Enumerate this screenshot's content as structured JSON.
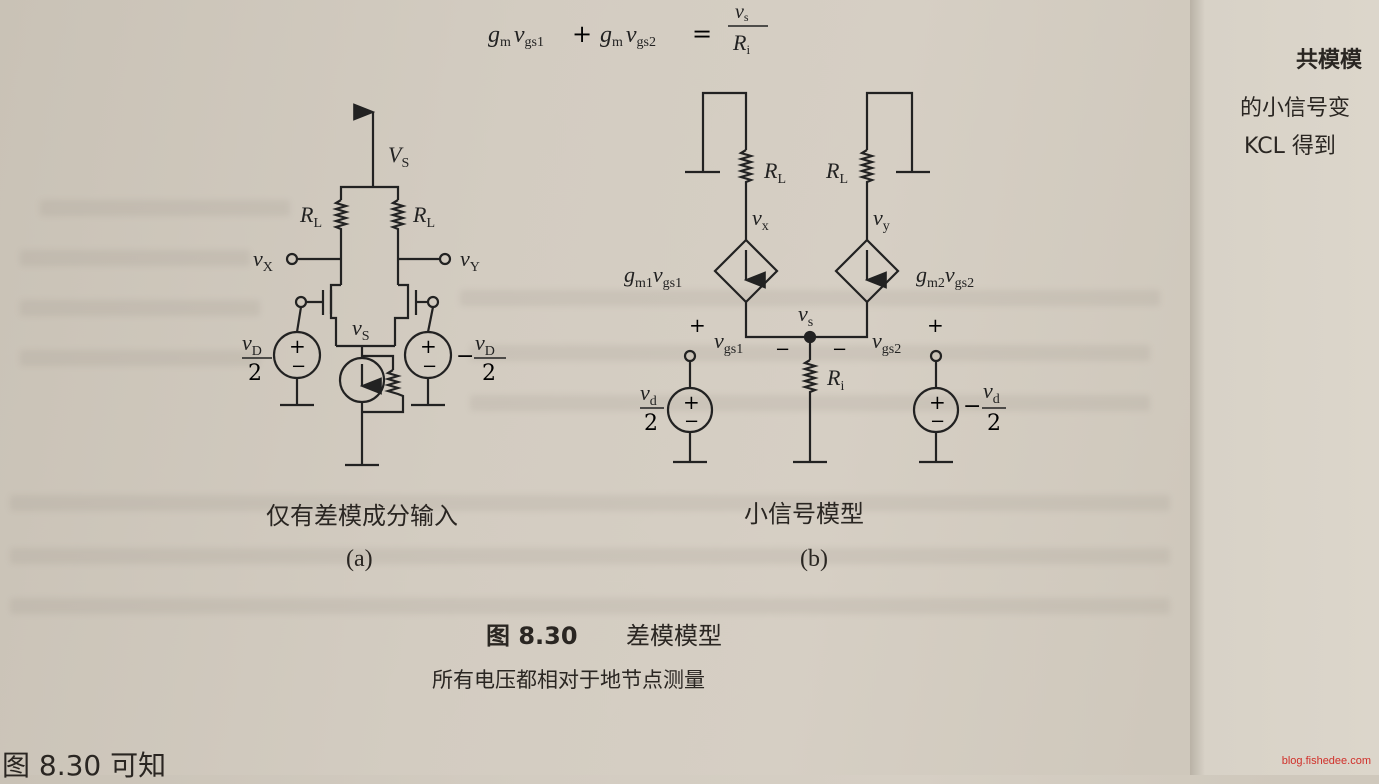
{
  "equation": {
    "lhs1": "g",
    "lhs1_sub": "m",
    "lhs1_v": "v",
    "lhs1_vsub": "gs1",
    "plus": "+",
    "lhs2": "g",
    "lhs2_sub": "m",
    "lhs2_v": "v",
    "lhs2_vsub": "gs2",
    "eq": "=",
    "num": "v",
    "num_sub": "s",
    "den": "R",
    "den_sub": "i"
  },
  "circuit_a": {
    "supply": "V",
    "supply_sub": "S",
    "rl_left": "R",
    "rl_left_sub": "L",
    "rl_right": "R",
    "rl_right_sub": "L",
    "vx": "v",
    "vx_sub": "X",
    "vy": "v",
    "vy_sub": "Y",
    "vs": "v",
    "vs_sub": "S",
    "src_left_num": "v",
    "src_left_num_sub": "D",
    "src_left_den": "2",
    "src_right_sign": "−",
    "src_right_num": "v",
    "src_right_num_sub": "D",
    "src_right_den": "2",
    "plus": "+",
    "minus": "−",
    "caption": "仅有差模成分输入",
    "label": "(a)"
  },
  "circuit_b": {
    "rl_left": "R",
    "rl_left_sub": "L",
    "rl_right": "R",
    "rl_right_sub": "L",
    "vx": "v",
    "vx_sub": "x",
    "vy": "v",
    "vy_sub": "y",
    "gm1": "g",
    "gm1_sub": "m1",
    "gm1_v": "v",
    "gm1_vsub": "gs1",
    "gm2": "g",
    "gm2_sub": "m2",
    "gm2_v": "v",
    "gm2_vsub": "gs2",
    "vs": "v",
    "vs_sub": "s",
    "vgs1": "v",
    "vgs1_sub": "gs1",
    "vgs2": "v",
    "vgs2_sub": "gs2",
    "ri": "R",
    "ri_sub": "i",
    "plus": "+",
    "minus": "−",
    "src_left_num": "v",
    "src_left_num_sub": "d",
    "src_left_den": "2",
    "src_right_sign": "−",
    "src_right_num": "v",
    "src_right_num_sub": "d",
    "src_right_den": "2",
    "caption": "小信号模型",
    "label": "(b)"
  },
  "figure": {
    "number": "图 8.30",
    "title": "差模模型",
    "subtitle": "所有电压都相对于地节点测量"
  },
  "body_text_bottom": "图 8.30 可知",
  "right_page": {
    "line1": "共模模",
    "line2": "的小信号变",
    "line3": "KCL 得到"
  },
  "watermark": "blog.fishedee.com"
}
